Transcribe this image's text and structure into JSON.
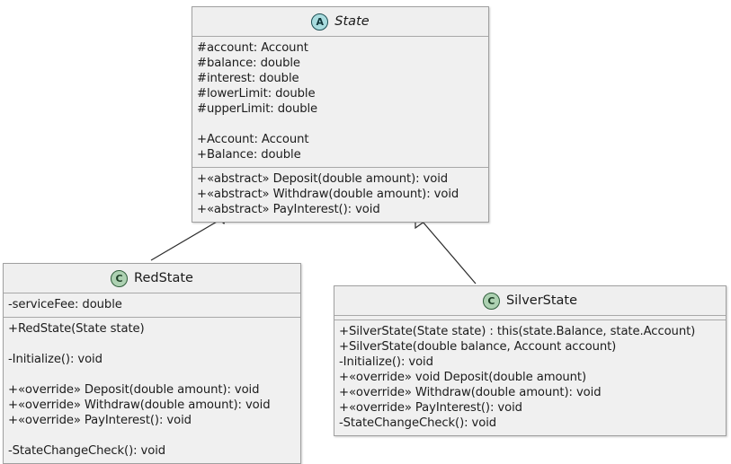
{
  "diagram": {
    "kind": "uml-class-diagram",
    "background_color": "#ffffff",
    "classes": [
      {
        "id": "state",
        "name": "State",
        "badge_letter": "A",
        "badge_kind": "abstract",
        "badge_fill": "#a9dcdf",
        "badge_border": "#1a4d52",
        "italic_title": true,
        "compartments": [
          {
            "kind": "attributes",
            "lines": [
              "#account: Account",
              "#balance: double",
              "#interest: double",
              "#lowerLimit: double",
              "#upperLimit: double",
              "",
              "+Account: Account",
              "+Balance: double"
            ]
          },
          {
            "kind": "operations",
            "lines": [
              "+«abstract» Deposit(double amount): void",
              "+«abstract» Withdraw(double amount): void",
              "+«abstract» PayInterest(): void"
            ]
          }
        ]
      },
      {
        "id": "redstate",
        "name": "RedState",
        "badge_letter": "C",
        "badge_kind": "class",
        "badge_fill": "#add1b2",
        "badge_border": "#2e5c3a",
        "italic_title": false,
        "compartments": [
          {
            "kind": "attributes",
            "lines": [
              "-serviceFee: double"
            ]
          },
          {
            "kind": "operations",
            "lines": [
              "+RedState(State state)",
              "",
              "-Initialize(): void",
              "",
              "+«override» Deposit(double amount): void",
              "+«override» Withdraw(double amount): void",
              "+«override» PayInterest(): void",
              "",
              "-StateChangeCheck(): void"
            ]
          }
        ]
      },
      {
        "id": "silverstate",
        "name": "SilverState",
        "badge_letter": "C",
        "badge_kind": "class",
        "badge_fill": "#add1b2",
        "badge_border": "#2e5c3a",
        "italic_title": false,
        "compartments": [
          {
            "kind": "attributes",
            "lines": []
          },
          {
            "kind": "operations",
            "lines": [
              "+SilverState(State state) : this(state.Balance, state.Account)",
              "+SilverState(double balance, Account account)",
              "-Initialize(): void",
              "+«override» void Deposit(double amount)",
              "+«override» Withdraw(double amount): void",
              "+«override» PayInterest(): void",
              "-StateChangeCheck(): void"
            ]
          }
        ]
      }
    ],
    "relationships": [
      {
        "id": "redstate-extends-state",
        "type": "generalization",
        "from": "RedState",
        "to": "State",
        "arrow_style": "hollow-triangle",
        "line_color": "#2b2b2b"
      },
      {
        "id": "silverstate-extends-state",
        "type": "generalization",
        "from": "SilverState",
        "to": "State",
        "arrow_style": "hollow-triangle",
        "line_color": "#2b2b2b"
      }
    ]
  }
}
